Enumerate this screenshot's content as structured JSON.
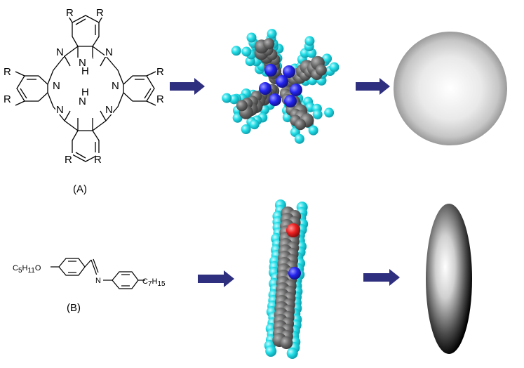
{
  "panel_a": {
    "caption": "(A)",
    "atoms": {
      "substituent": "R",
      "nitrogen": "N",
      "hydrogen": "H"
    }
  },
  "panel_b": {
    "caption": "(B)",
    "left_group": {
      "main": "C",
      "sub1": "5",
      "h": "H",
      "sub2": "11",
      "o": "O"
    },
    "right_group": {
      "main": "C",
      "sub1": "7",
      "h": "H",
      "sub2": "15"
    },
    "imine_n": "N"
  },
  "colors": {
    "arrow": "#2f2f7f",
    "carbon": "#6a6a6a",
    "hydrogen": "#22dde6",
    "nitrogen": "#2323ee",
    "oxygen": "#ee1f1f"
  },
  "icons": {
    "arrow": "right-arrow-icon",
    "sphere": "sphere-icon",
    "ellipsoid": "ellipsoid-icon"
  }
}
